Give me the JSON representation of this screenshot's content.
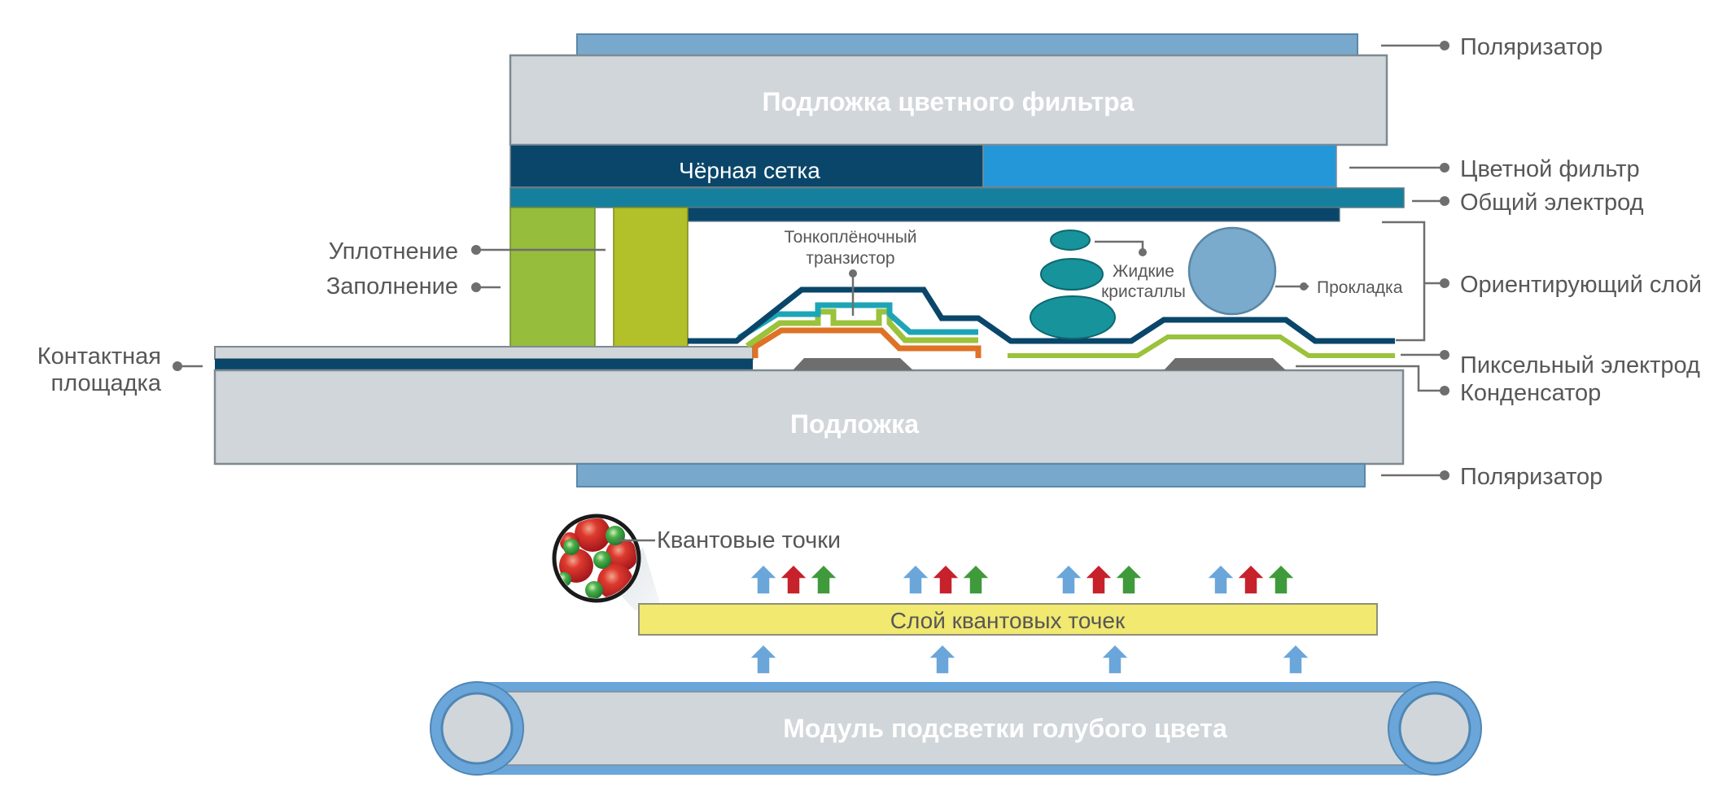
{
  "colors": {
    "substrate": "#d0d6da",
    "substrate_border": "#7e8a92",
    "polarizer": "#78a9cd",
    "black_matrix": "#0a466a",
    "color_filter": "#2497d8",
    "common_electrode": "#15809d",
    "seal": "#97bd3c",
    "filler": "#b2c02a",
    "tft_orange": "#df7224",
    "tft_green": "#9bc23b",
    "tft_teal": "#1da5b6",
    "liquid_crystal": "#17939c",
    "spacer": "#7aabcc",
    "capacitor": "#6e6e6e",
    "qd_layer": "#f1e970",
    "arrow_blue": "#6aa6d9",
    "arrow_red": "#c7212b",
    "arrow_green": "#3f9a3b",
    "backlight": "#6aa6d9"
  },
  "labels": {
    "polarizer_top": "Поляризатор",
    "color_filter_substrate": "Подложка цветного фильтра",
    "black_matrix": "Чёрная сетка",
    "color_filter": "Цветной фильтр",
    "common_electrode": "Общий электрод",
    "seal": "Уплотнение",
    "filler": "Заполнение",
    "tft_line1": "Тонкоплёночный",
    "tft_line2": "транзистор",
    "lc_line1": "Жидкие",
    "lc_line2": "кристаллы",
    "spacer": "Прокладка",
    "alignment_layer": "Ориентирующий слой",
    "contact_line1": "Контактная",
    "contact_line2": "площадка",
    "pixel_electrode": "Пиксельный электрод",
    "capacitor": "Конденсатор",
    "substrate": "Подложка",
    "polarizer_bottom": "Поляризатор",
    "quantum_dots": "Квантовые точки",
    "qd_layer": "Слой квантовых точек",
    "backlight": "Модуль подсветки голубого цвета"
  },
  "icons": {
    "quantum_dot_magnifier": "quantum-dot-magnifier-icon",
    "light_arrow": "up-arrow-icon"
  }
}
